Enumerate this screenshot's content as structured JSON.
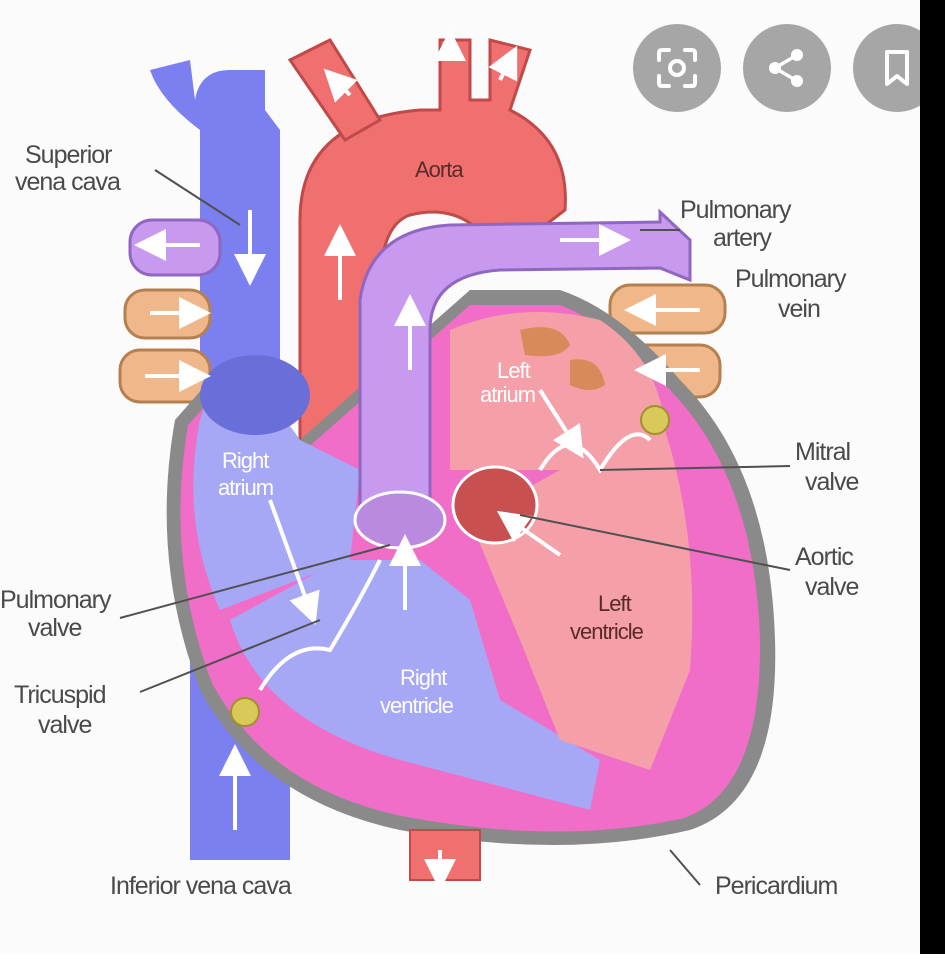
{
  "labels": {
    "superior_vena_cava": [
      "Superior",
      "vena cava"
    ],
    "aorta": "Aorta",
    "pulmonary_artery": [
      "Pulmonary",
      "artery"
    ],
    "pulmonary_vein": [
      "Pulmonary",
      "vein"
    ],
    "left_atrium": [
      "Left",
      "atrium"
    ],
    "right_atrium": [
      "Right",
      "atrium"
    ],
    "mitral_valve": [
      "Mitral",
      "valve"
    ],
    "aortic_valve": [
      "Aortic",
      "valve"
    ],
    "pulmonary_valve": [
      "Pulmonary",
      "valve"
    ],
    "left_ventricle": [
      "Left",
      "ventricle"
    ],
    "tricuspid_valve": [
      "Tricuspid",
      "valve"
    ],
    "right_ventricle": [
      "Right",
      "ventricle"
    ],
    "inferior_vena_cava": "Inferior vena cava",
    "pericardium": "Pericardium"
  },
  "overlay_buttons": [
    {
      "icon": "lens-icon"
    },
    {
      "icon": "share-icon"
    },
    {
      "icon": "bookmark-icon"
    }
  ],
  "colors": {
    "vein_blue": "#7b7ff0",
    "artery_red": "#f07070",
    "pulmonary_purple": "#c79af0",
    "pulmonary_vein_tan": "#f0b88a",
    "myocardium_pink": "#f06ec8",
    "left_chamber": "#f5a0a8",
    "right_chamber": "#a7a8f5",
    "pericardium_gray": "#8a8a8a"
  }
}
